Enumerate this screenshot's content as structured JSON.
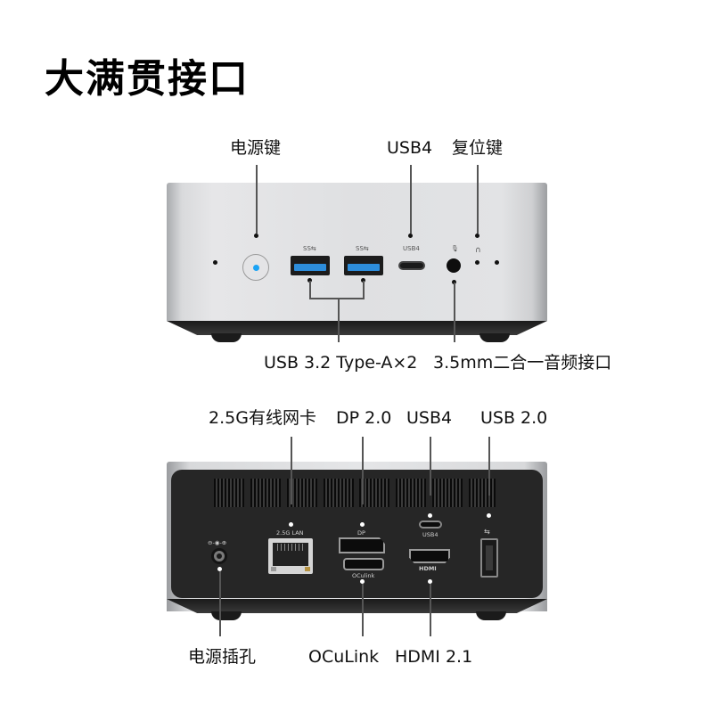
{
  "title": "大满贯接口",
  "front": {
    "callouts_top": {
      "power_button": "电源键",
      "usb4": "USB4",
      "reset_button": "复位键"
    },
    "callouts_bottom": {
      "usb_a": "USB 3.2 Type-A×2",
      "audio": "3.5mm二合一音频接口"
    },
    "port_markings": {
      "usb_a_1": "SS⇆",
      "usb_a_2": "SS⇆",
      "usb4": "USB4",
      "audio_icon": "🎙",
      "reset_icon": "∩"
    },
    "colors": {
      "power_led": "#1aa3f5",
      "usb3_blue": "#2d8ddb",
      "chassis_silver": "#e0e1e3",
      "base_black": "#1a1a1a"
    }
  },
  "rear": {
    "callouts_top": {
      "lan": "2.5G有线网卡",
      "dp": "DP 2.0",
      "usb4": "USB4",
      "usb2": "USB 2.0"
    },
    "callouts_bottom": {
      "dc_in": "电源插孔",
      "oculink": "OCuLink",
      "hdmi": "HDMI 2.1"
    },
    "port_markings": {
      "dc_polarity": "⊖-◉-⊕",
      "lan": "2.5G LAN",
      "dp": "DP",
      "oculink": "OCulink",
      "usb4": "USB4",
      "hdmi": "HDMI",
      "usb2_icon": "⇆"
    },
    "colors": {
      "panel": "#262626",
      "lan_led_amber": "#b59242"
    }
  }
}
